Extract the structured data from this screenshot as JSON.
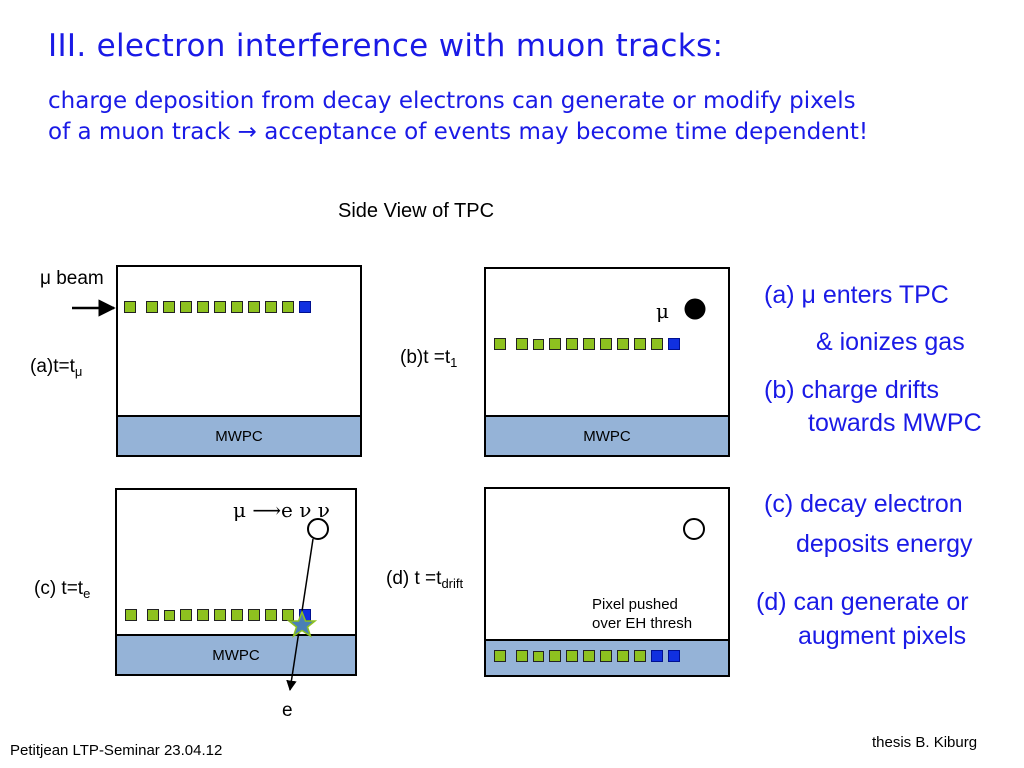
{
  "slide": {
    "title": "III.  electron interference with muon tracks:",
    "subtitle_line1": "charge deposition from decay electrons can generate or modify pixels",
    "subtitle_line2": "of a muon track → acceptance of events may become time dependent!"
  },
  "figure": {
    "caption": "Side View of TPC",
    "beam_label": "μ beam",
    "mwpc_label": "MWPC",
    "panel_a": {
      "label_main": "(a)t=t",
      "label_sub": "μ"
    },
    "panel_b": {
      "label_main": "(b)t =t",
      "label_sub": "1",
      "particle": "μ"
    },
    "panel_c": {
      "label_main": "(c) t=t",
      "label_sub": "e",
      "decay": "μ ⟶e ν ν",
      "electron": "e"
    },
    "panel_d": {
      "label_main": "(d) t =t",
      "label_sub": "drift",
      "note_line1": "Pixel pushed",
      "note_line2": "over EH thresh"
    }
  },
  "notes": {
    "a_line1": "(a) μ enters TPC",
    "a_line2": "& ionizes gas",
    "b_line1": "(b) charge drifts",
    "b_line2": "towards MWPC",
    "c_line1": "(c) decay electron",
    "c_line2": "deposits energy",
    "d_line1": "(d) can generate or",
    "d_line2": "augment  pixels"
  },
  "footer": {
    "left": "Petitjean LTP-Seminar 23.04.12",
    "right": "thesis B. Kiburg"
  },
  "colors": {
    "title_blue": "#1a1ae6",
    "pixel_green": "#8ec21f",
    "pixel_blue": "#1030e0",
    "mwpc_fill": "#95b3d7",
    "hit_star": "#4a7fb5"
  }
}
